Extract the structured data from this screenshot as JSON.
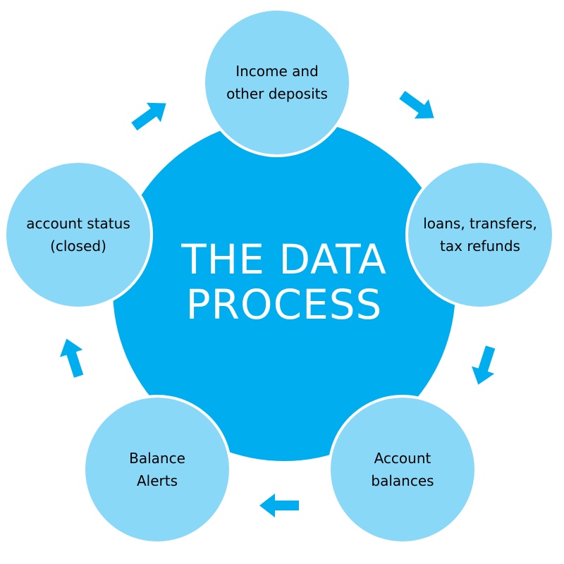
{
  "title": {
    "line1": "THE DATA",
    "line2": "PROCESS"
  },
  "nodes": [
    {
      "line1": "Income and",
      "line2": "other deposits"
    },
    {
      "line1": "loans, transfers,",
      "line2": "tax refunds"
    },
    {
      "line1": "Account",
      "line2": "balances"
    },
    {
      "line1": "Balance",
      "line2": "Alerts"
    },
    {
      "line1": "account status",
      "line2": "(closed)"
    }
  ],
  "colors": {
    "center": "#00aeef",
    "node": "#8ad8f7",
    "arrow": "#00aeef",
    "text": "#000000",
    "title": "#ffffff"
  },
  "arrows": [
    "arrow-right-icon",
    "arrow-right-icon",
    "arrow-right-icon",
    "arrow-right-icon",
    "arrow-right-icon"
  ]
}
